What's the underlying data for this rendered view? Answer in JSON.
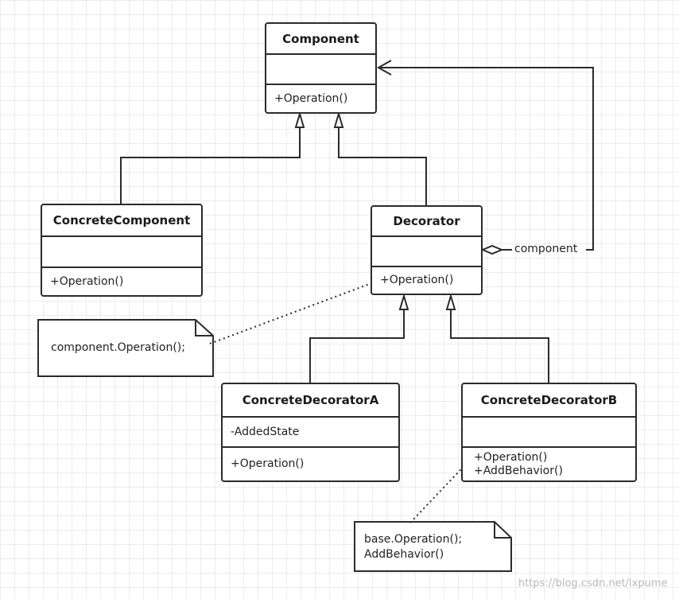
{
  "classes": {
    "component": {
      "name": "Component",
      "attributes": "",
      "operations": [
        "+Operation()"
      ]
    },
    "concrete_component": {
      "name": "ConcreteComponent",
      "attributes": "",
      "operations": [
        "+Operation()"
      ]
    },
    "decorator": {
      "name": "Decorator",
      "attributes": "",
      "operations": [
        "+Operation()"
      ]
    },
    "concrete_decorator_a": {
      "name": "ConcreteDecoratorA",
      "attributes": "-AddedState",
      "operations": [
        "+Operation()"
      ]
    },
    "concrete_decorator_b": {
      "name": "ConcreteDecoratorB",
      "attributes": "",
      "operations": [
        "+Operation()",
        "+AddBehavior()"
      ]
    }
  },
  "aggregation_label": "component",
  "notes": {
    "decorator_note": [
      "component.Operation();"
    ],
    "decorator_b_note": [
      "base.Operation();",
      "AddBehavior()"
    ]
  },
  "watermark": "https://blog.csdn.net/lxpume",
  "colors": {
    "line": "#2b2b2b",
    "grid": "#ececec",
    "watermark": "#b9b9b9"
  }
}
